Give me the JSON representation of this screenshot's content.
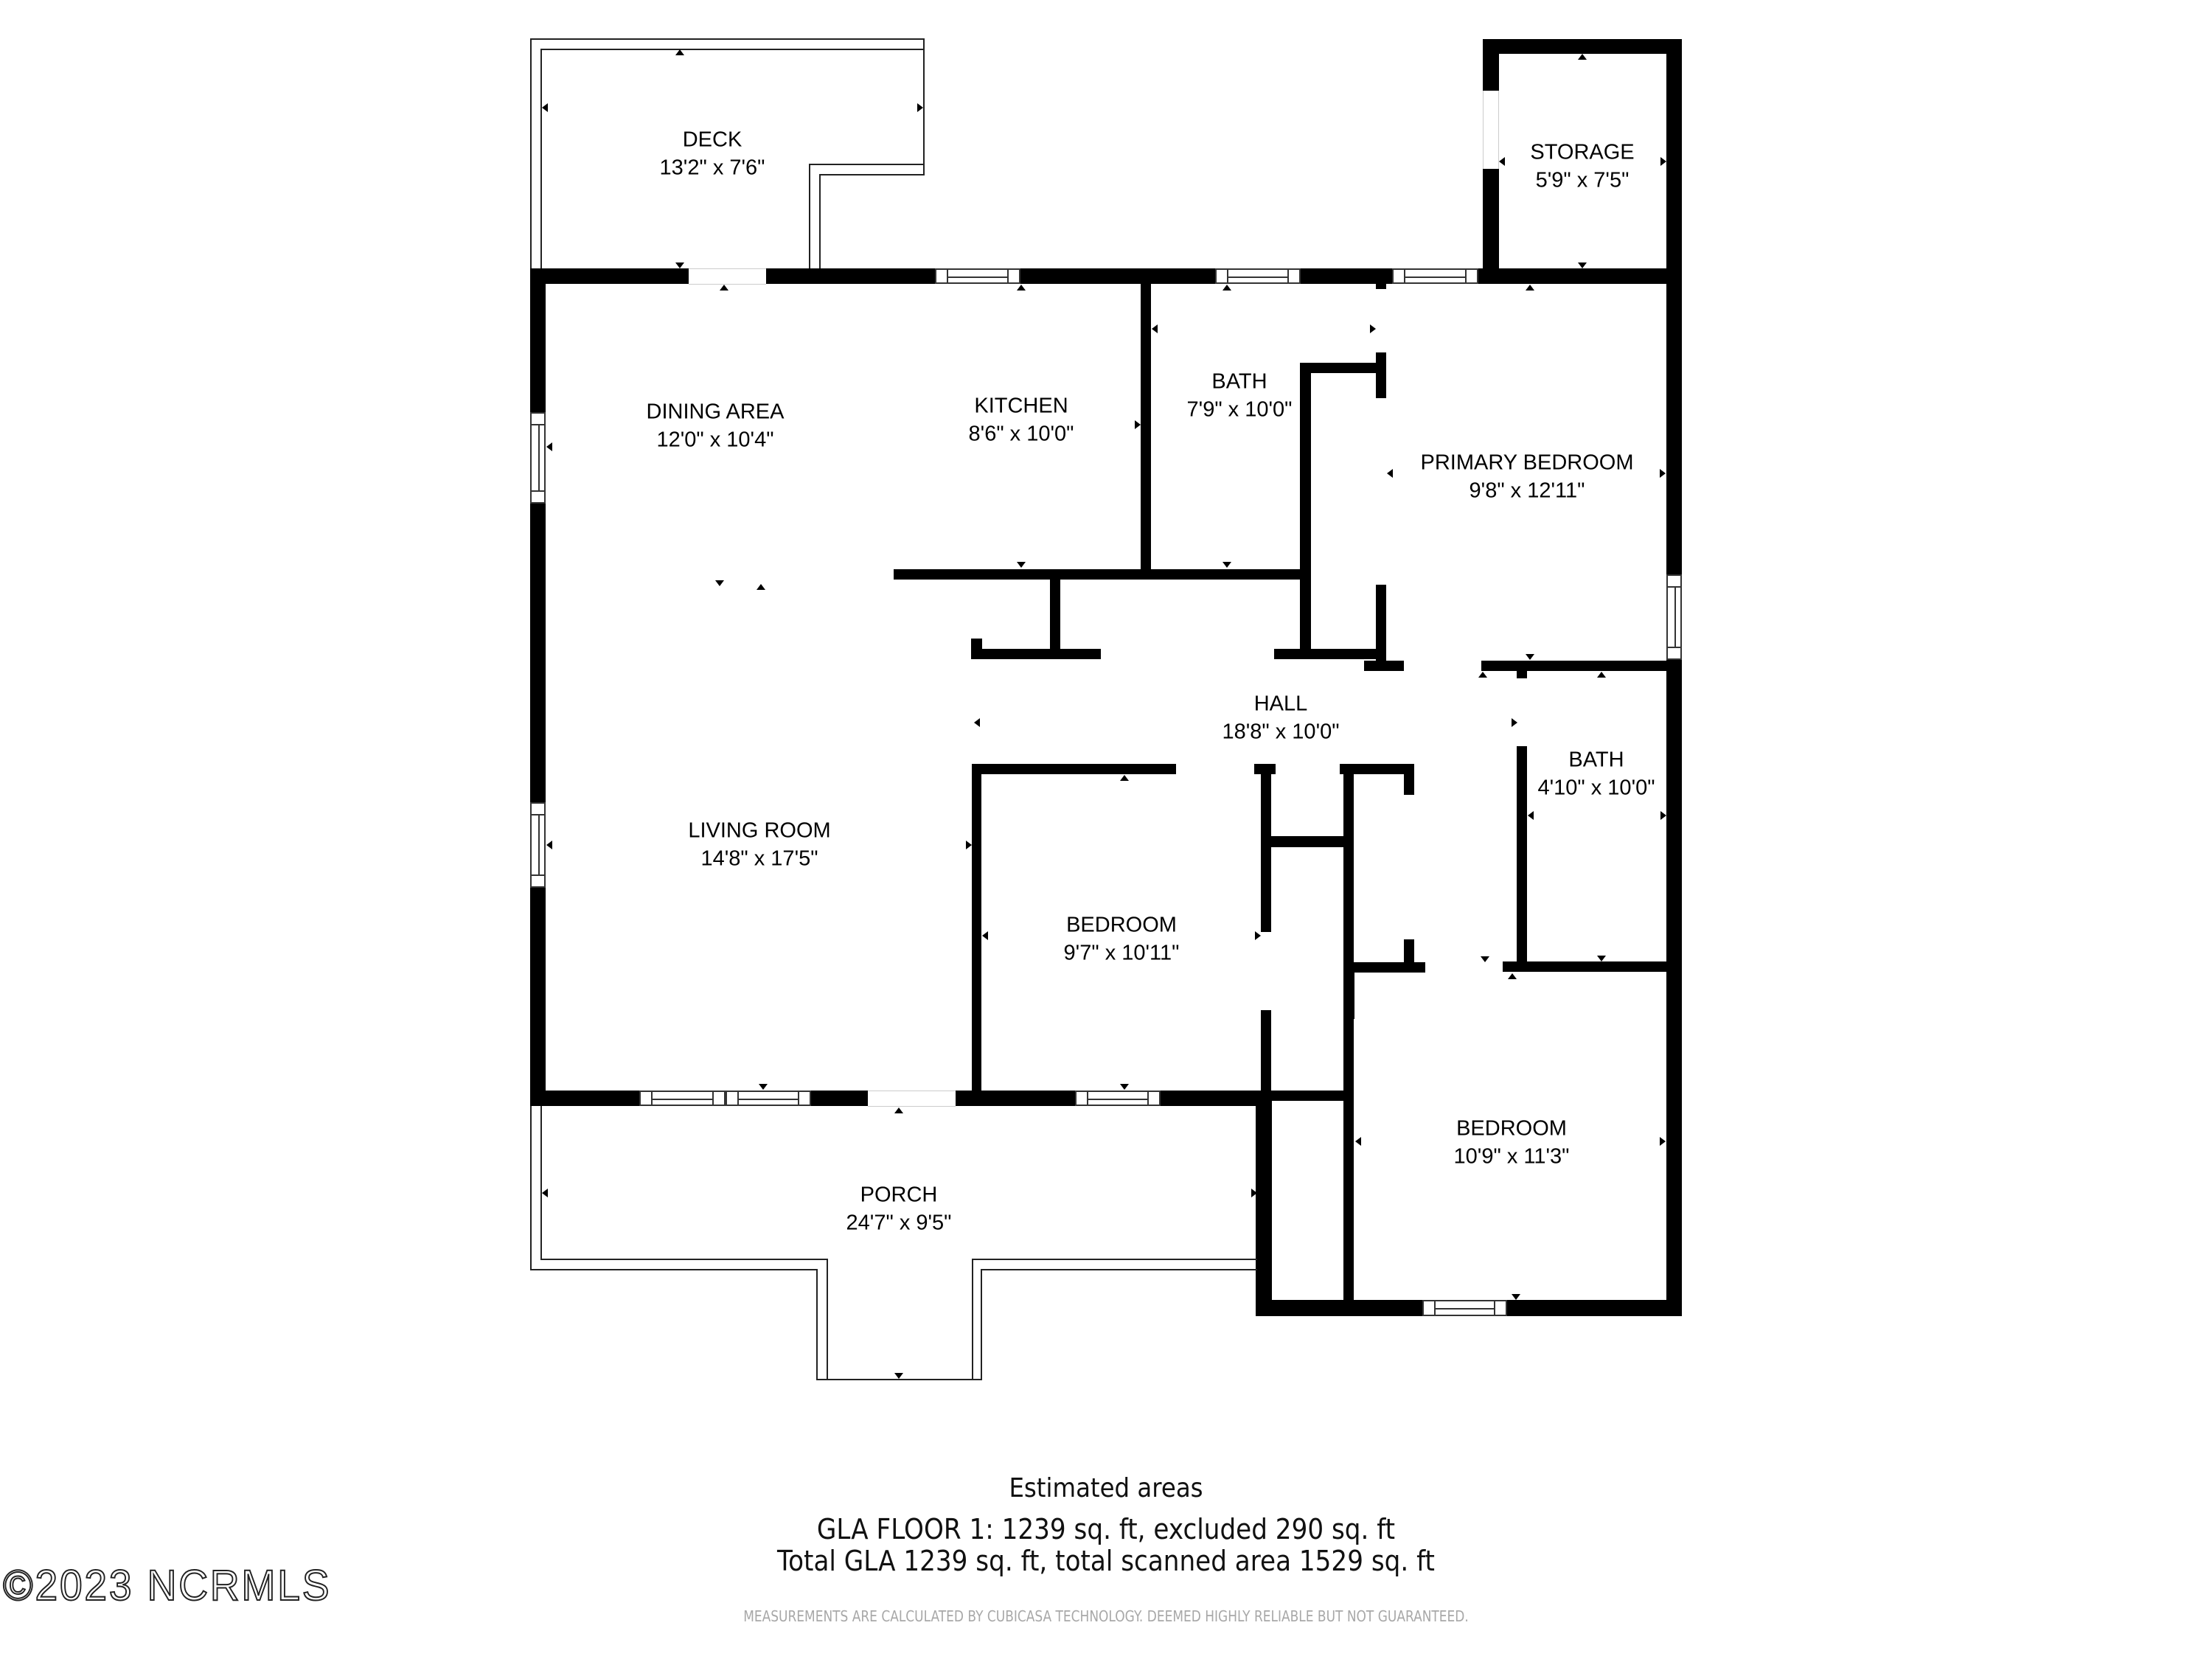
{
  "floorplan": {
    "rooms": [
      {
        "id": "deck",
        "name": "DECK",
        "dims": "13'2\" x 7'6\""
      },
      {
        "id": "storage",
        "name": "STORAGE",
        "dims": "5'9\" x 7'5\""
      },
      {
        "id": "dining",
        "name": "DINING AREA",
        "dims": "12'0\" x 10'4\""
      },
      {
        "id": "kitchen",
        "name": "KITCHEN",
        "dims": "8'6\" x 10'0\""
      },
      {
        "id": "bath1",
        "name": "BATH",
        "dims": "7'9\" x 10'0\""
      },
      {
        "id": "primary",
        "name": "PRIMARY BEDROOM",
        "dims": "9'8\" x 12'11\""
      },
      {
        "id": "hall",
        "name": "HALL",
        "dims": "18'8\" x 10'0\""
      },
      {
        "id": "bath2",
        "name": "BATH",
        "dims": "4'10\" x 10'0\""
      },
      {
        "id": "living",
        "name": "LIVING ROOM",
        "dims": "14'8\" x 17'5\""
      },
      {
        "id": "bedroom1",
        "name": "BEDROOM",
        "dims": "9'7\" x 10'11\""
      },
      {
        "id": "bedroom2",
        "name": "BEDROOM",
        "dims": "10'9\" x 11'3\""
      },
      {
        "id": "porch",
        "name": "PORCH",
        "dims": "24'7\" x 9'5\""
      }
    ]
  },
  "areas": {
    "title": "Estimated areas",
    "floor1": "GLA FLOOR 1: 1239 sq. ft, excluded 290 sq. ft",
    "total": "Total GLA 1239 sq. ft, total scanned area 1529 sq. ft"
  },
  "disclaimer": "MEASUREMENTS ARE CALCULATED BY CUBICASA TECHNOLOGY. DEEMED HIGHLY RELIABLE BUT NOT GUARANTEED.",
  "watermark": "©2023 NCRMLS"
}
